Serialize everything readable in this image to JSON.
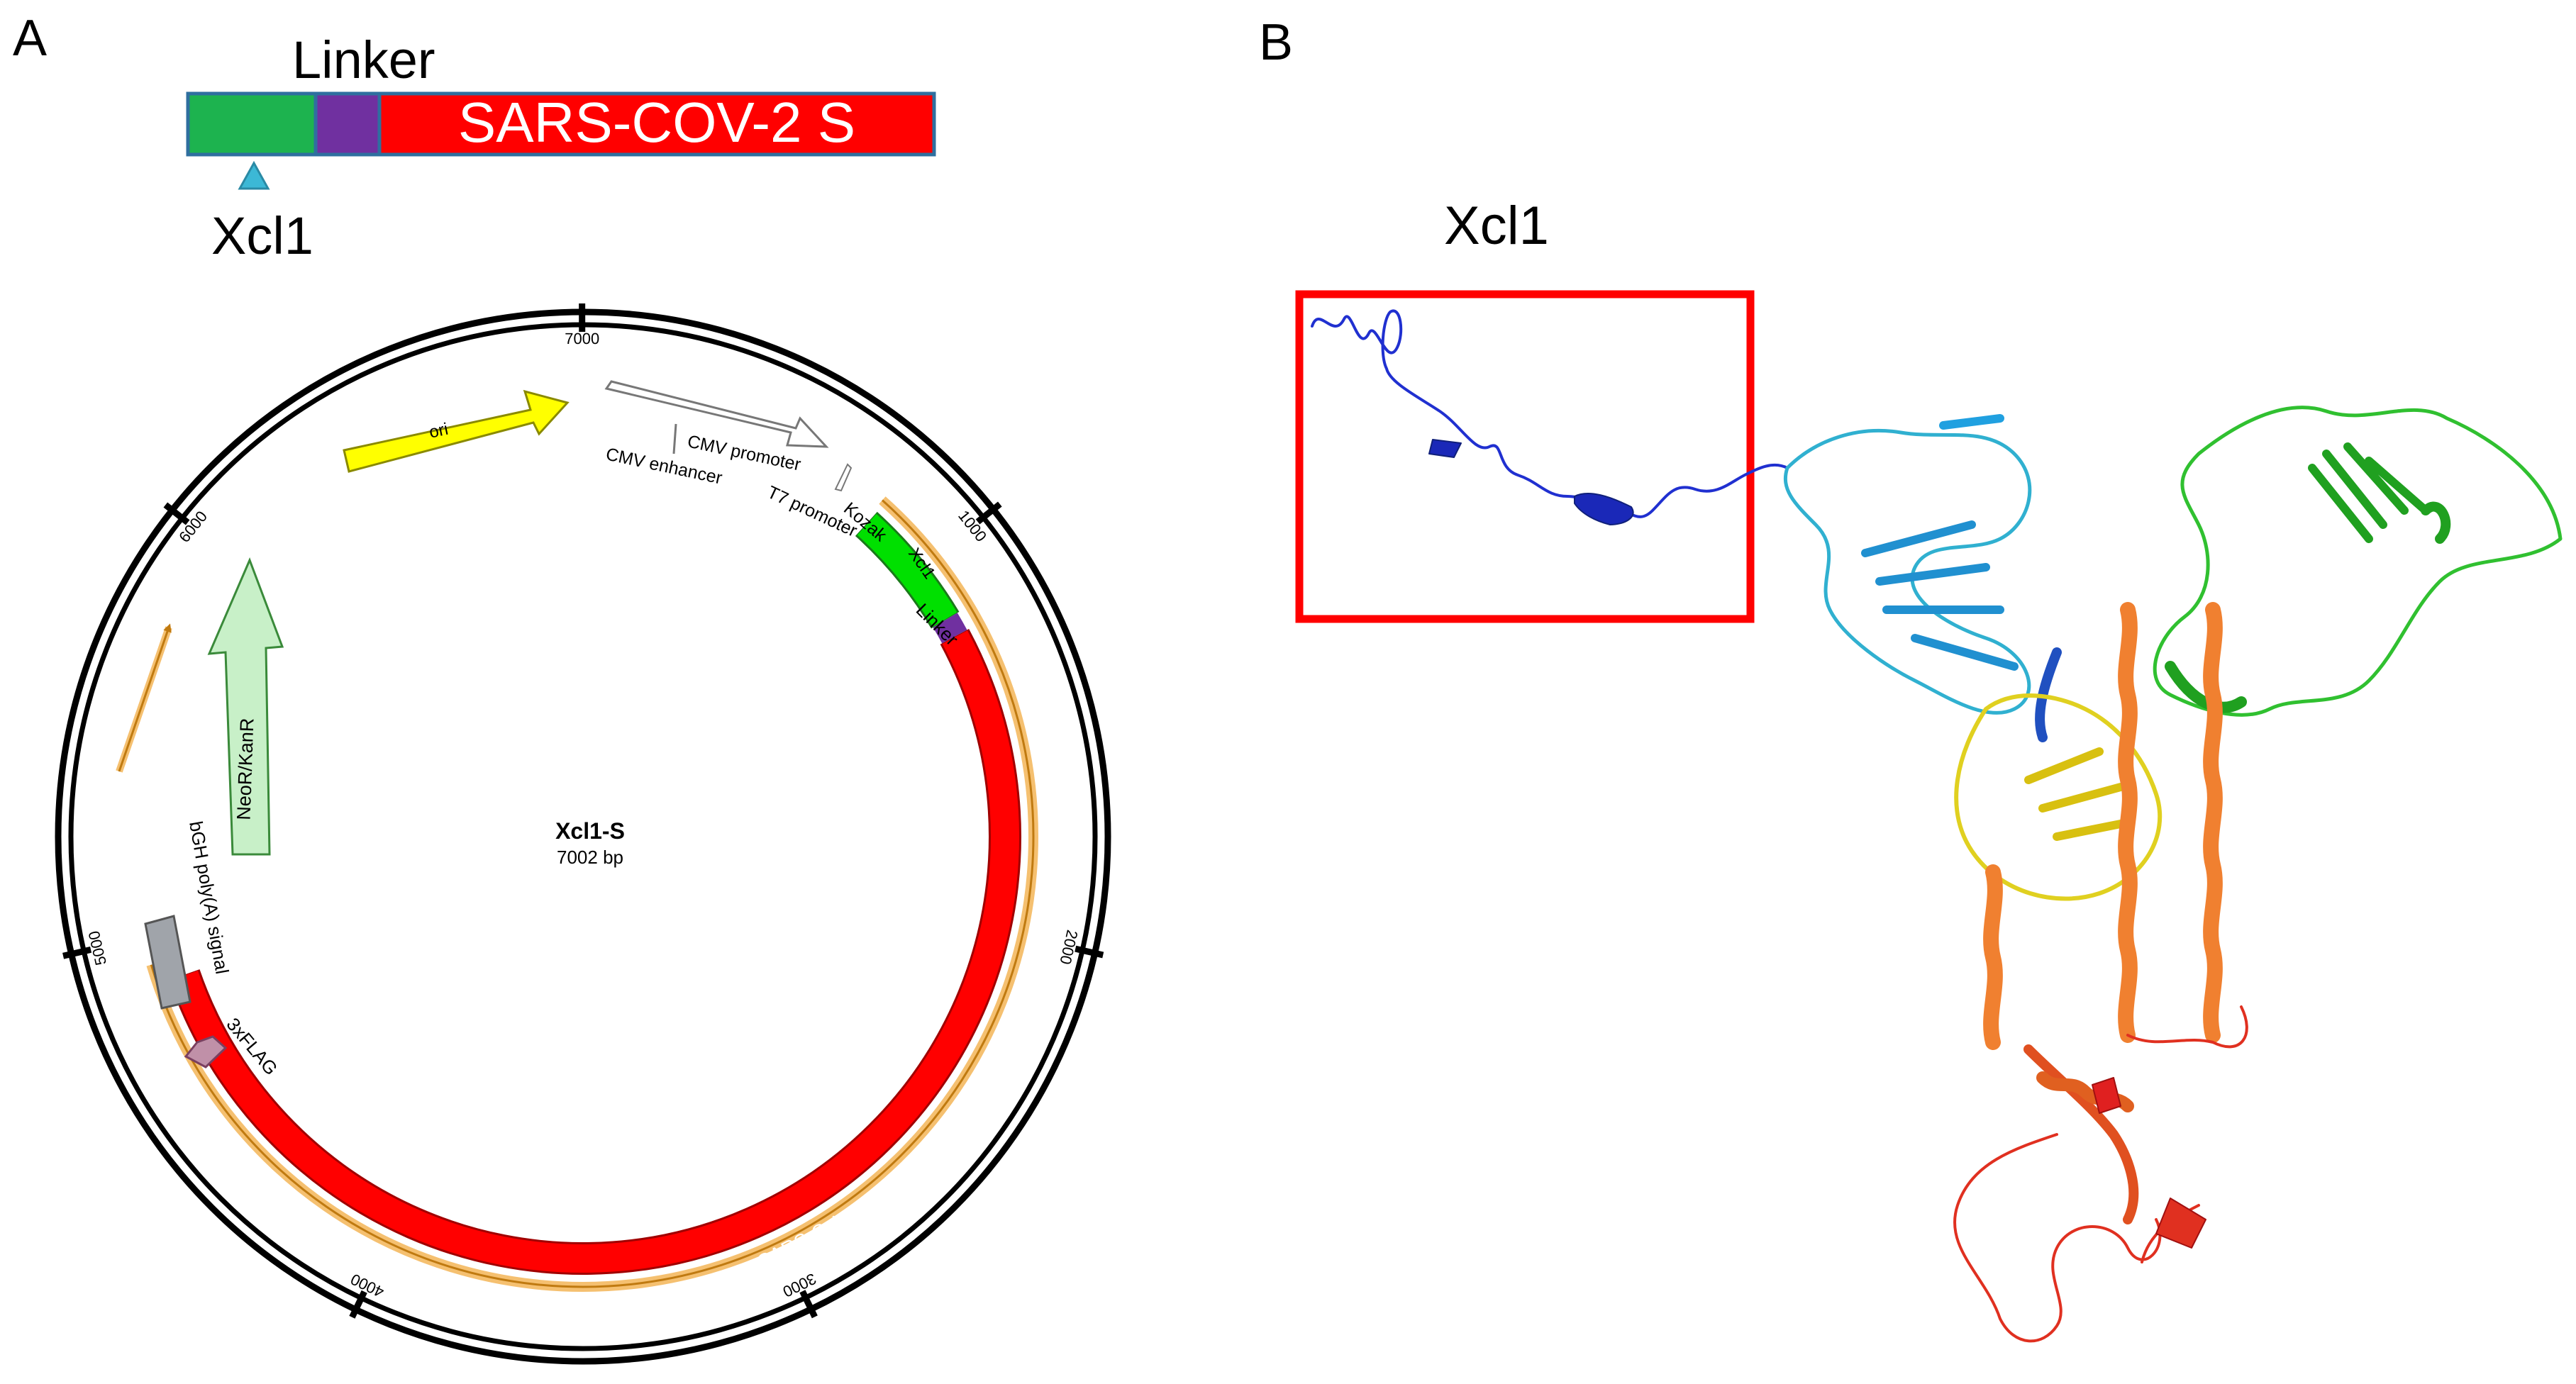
{
  "panel_a": {
    "label": "A",
    "construct": {
      "linker_label": "Linker",
      "xcl1_label": "Xcl1",
      "spike_label": "SARS-COV-2 S",
      "colors": {
        "xcl1": "#1db34f",
        "linker": "#7030a0",
        "spike": "#ff0000",
        "border": "#2f6f9f",
        "marker": "#3cb8d6"
      }
    },
    "plasmid": {
      "name": "Xcl1-S",
      "size": "7002 bp",
      "tick_labels": [
        "7000",
        "1000",
        "2000",
        "3000",
        "4000",
        "5000",
        "6000"
      ],
      "features": {
        "ori": "ori",
        "cmv_promoter": "CMV promoter",
        "cmv_enhancer": "CMV enhancer",
        "t7_promoter": "T7 promoter",
        "kozak": "Kozak",
        "xcl1": "Xcl1",
        "linker": "Linker",
        "spike": "SARS-CoV-2 S",
        "flag": "3xFLAG",
        "bgh": "bGH poly(A) signal",
        "neo": "NeoR/KanR"
      },
      "colors": {
        "ori": "#ffff00",
        "xcl1": "#00e000",
        "linker": "#7030a0",
        "spike": "#ff0000",
        "flag": "#c090a8",
        "bgh": "#a0a4aa",
        "neo": "#c8f0c8",
        "orf": "#f5c070"
      }
    }
  },
  "panel_b": {
    "label": "B",
    "box_label": "Xcl1",
    "colors": {
      "box": "#ff0000",
      "n_term": "#2030d0",
      "ntd": "#30b0d0",
      "rbd": "#30c030",
      "core": "#e0d020",
      "helix": "#f08030",
      "c_term": "#e03020"
    }
  }
}
